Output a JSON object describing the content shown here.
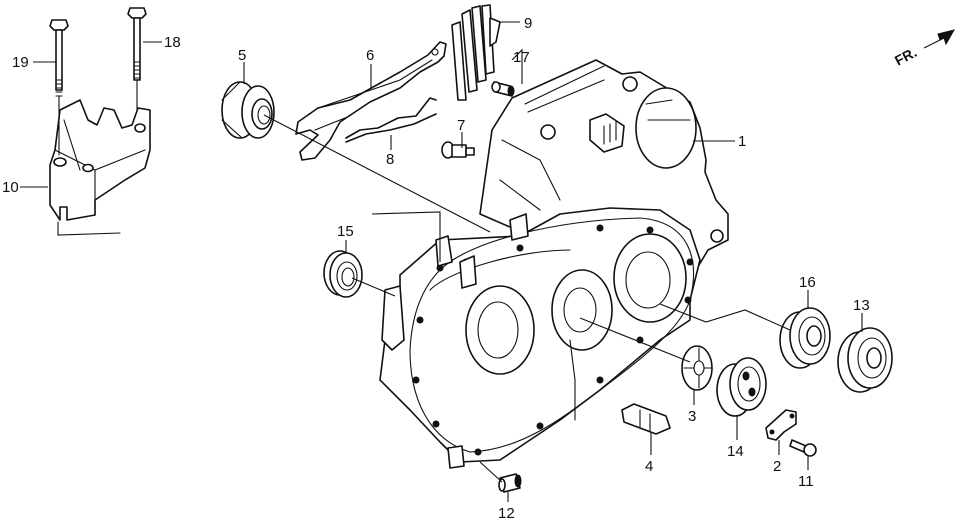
{
  "diagram": {
    "type": "exploded-parts-diagram",
    "direction_marker": {
      "label": "FR.",
      "icon": "front-direction-arrow-icon"
    },
    "callouts": [
      {
        "id": "1",
        "label": "1",
        "part": "clutch-housing"
      },
      {
        "id": "2",
        "label": "2",
        "part": "bearing-set-plate"
      },
      {
        "id": "3",
        "label": "3",
        "part": "oil-guide-plate"
      },
      {
        "id": "4",
        "label": "4",
        "part": "magnet"
      },
      {
        "id": "5",
        "label": "5",
        "part": "release-bearing"
      },
      {
        "id": "6",
        "label": "6",
        "part": "release-fork"
      },
      {
        "id": "7",
        "label": "7",
        "part": "ball-bolt"
      },
      {
        "id": "8",
        "label": "8",
        "part": "release-spring"
      },
      {
        "id": "9",
        "label": "9",
        "part": "boot"
      },
      {
        "id": "10",
        "label": "10",
        "part": "mount-bracket"
      },
      {
        "id": "11",
        "label": "11",
        "part": "bolt"
      },
      {
        "id": "12",
        "label": "12",
        "part": "dowel-pin"
      },
      {
        "id": "13",
        "label": "13",
        "part": "ball-bearing"
      },
      {
        "id": "14",
        "label": "14",
        "part": "needle-bearing"
      },
      {
        "id": "15",
        "label": "15",
        "part": "oil-seal"
      },
      {
        "id": "16",
        "label": "16",
        "part": "ball-bearing"
      },
      {
        "id": "17",
        "label": "17",
        "part": "dowel-pin"
      },
      {
        "id": "18",
        "label": "18",
        "part": "flange-bolt"
      },
      {
        "id": "19",
        "label": "19",
        "part": "flange-bolt"
      }
    ]
  }
}
